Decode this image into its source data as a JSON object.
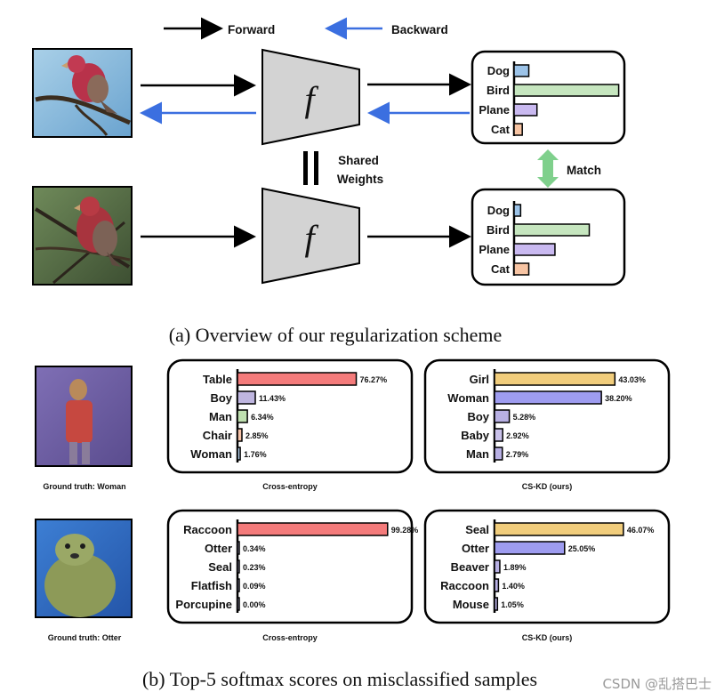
{
  "legend": {
    "forward": "Forward",
    "backward": "Backward"
  },
  "overview": {
    "network_symbol": "f",
    "shared_line1": "Shared",
    "shared_line2": "Weights",
    "match": "Match",
    "top_box": {
      "categories": [
        "Dog",
        "Bird",
        "Plane",
        "Cat"
      ],
      "values": [
        0.09,
        0.64,
        0.14,
        0.05
      ]
    },
    "bottom_box": {
      "categories": [
        "Dog",
        "Bird",
        "Plane",
        "Cat"
      ],
      "values": [
        0.04,
        0.46,
        0.25,
        0.09
      ]
    },
    "caption": "(a)  Overview of our regularization scheme"
  },
  "samples": [
    {
      "ground_truth": "Ground truth: Woman",
      "panels": [
        {
          "name": "Cross-entropy",
          "labels": [
            "Table",
            "Boy",
            "Man",
            "Chair",
            "Woman"
          ],
          "values": [
            76.27,
            11.43,
            6.34,
            2.85,
            1.76
          ],
          "value_labels": [
            "76.27%",
            "11.43%",
            "6.34%",
            "2.85%",
            "1.76%"
          ],
          "colors": [
            "#f47b7b",
            "#bfb6e0",
            "#bfe0b0",
            "#f7c3a8",
            "#b3cde8"
          ]
        },
        {
          "name": "CS-KD (ours)",
          "labels": [
            "Girl",
            "Woman",
            "Boy",
            "Baby",
            "Man"
          ],
          "values": [
            43.03,
            38.2,
            5.28,
            2.92,
            2.79
          ],
          "value_labels": [
            "43.03%",
            "38.20%",
            "5.28%",
            "2.92%",
            "2.79%"
          ],
          "colors": [
            "#f1cd7c",
            "#9e9cf0",
            "#b8b0e4",
            "#c9c1ea",
            "#b8b0e4"
          ]
        }
      ]
    },
    {
      "ground_truth": "Ground truth: Otter",
      "panels": [
        {
          "name": "Cross-entropy",
          "labels": [
            "Raccoon",
            "Otter",
            "Seal",
            "Flatfish",
            "Porcupine"
          ],
          "values": [
            99.28,
            0.34,
            0.23,
            0.09,
            0.0
          ],
          "value_labels": [
            "99.28%",
            "0.34%",
            "0.23%",
            "0.09%",
            "0.00%"
          ],
          "colors": [
            "#f47b7b",
            "#bfb6e0",
            "#bfb6e0",
            "#bfb6e0",
            "#bfb6e0"
          ]
        },
        {
          "name": "CS-KD (ours)",
          "labels": [
            "Seal",
            "Otter",
            "Beaver",
            "Raccoon",
            "Mouse"
          ],
          "values": [
            46.07,
            25.05,
            1.89,
            1.4,
            1.05
          ],
          "value_labels": [
            "46.07%",
            "25.05%",
            "1.89%",
            "1.40%",
            "1.05%"
          ],
          "colors": [
            "#f1cd7c",
            "#9e9cf0",
            "#b8b0e4",
            "#b8b0e4",
            "#b8b0e4"
          ]
        }
      ]
    }
  ],
  "caption_b": "(b)  Top-5 softmax scores on misclassified samples",
  "watermark": "CSDN @乱搭巴士",
  "colors": {
    "forward": "#000000",
    "backward": "#3b6fe0",
    "match": "#7fd08c",
    "dog": "#9cc3e8",
    "bird": "#c6e6bf",
    "plane": "#c9b9f0",
    "cat": "#f7c4a3"
  }
}
